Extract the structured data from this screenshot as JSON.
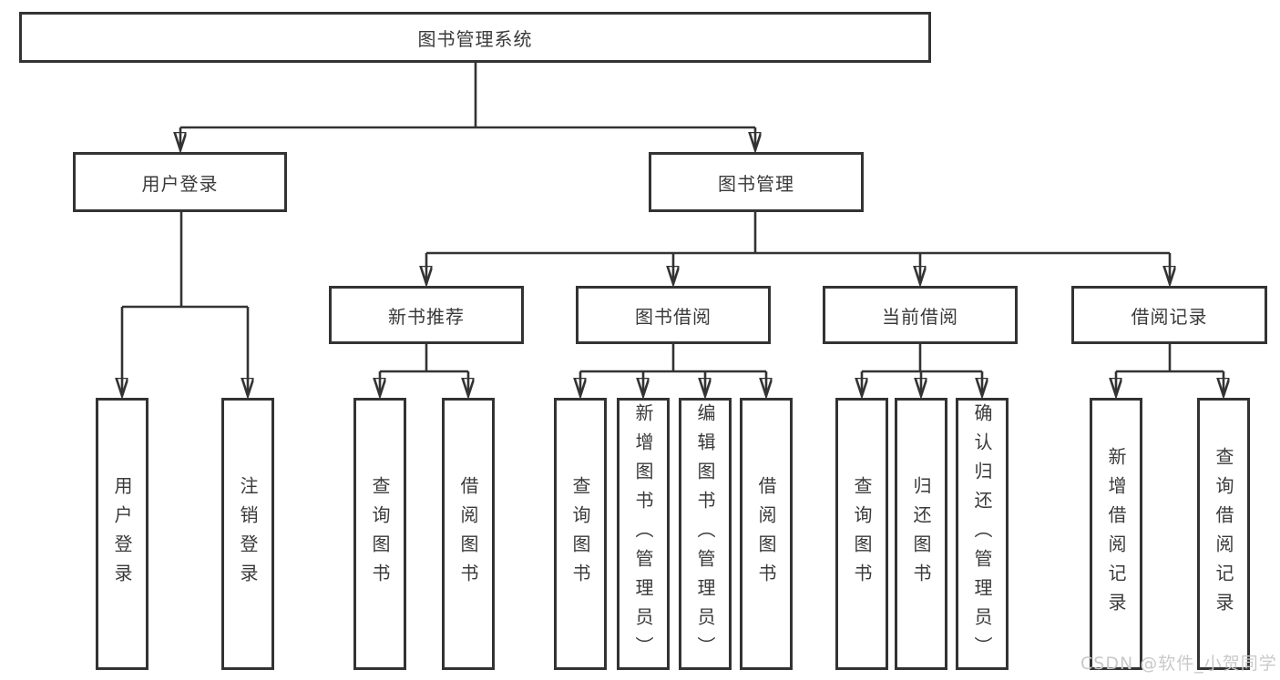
{
  "tree": {
    "root": "图书管理系统",
    "children": [
      {
        "label": "用户登录",
        "children": [
          "用户登录",
          "注销登录"
        ]
      },
      {
        "label": "图书管理",
        "children": [
          {
            "label": "新书推荐",
            "children": [
              "查询图书",
              "借阅图书"
            ]
          },
          {
            "label": "图书借阅",
            "children": [
              "查询图书",
              "新增图书（管理员）",
              "编辑图书（管理员）",
              "借阅图书"
            ]
          },
          {
            "label": "当前借阅",
            "children": [
              "查询图书",
              "归还图书",
              "确认归还（管理员）"
            ]
          },
          {
            "label": "借阅记录",
            "children": [
              "新增借阅记录",
              "查询借阅记录"
            ]
          }
        ]
      }
    ]
  },
  "watermark": "CSDN @软件_小贺同学",
  "colors": {
    "line": "#333333",
    "text": "#3a3a3a",
    "background": "#ffffff",
    "watermark": "#c9c9c9"
  }
}
